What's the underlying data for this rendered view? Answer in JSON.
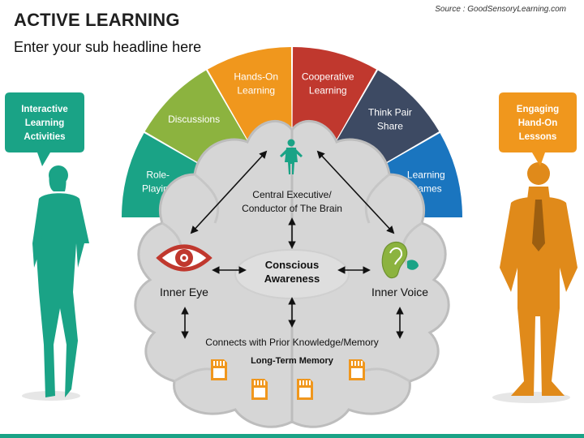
{
  "header": {
    "title": "ACTIVE LEARNING",
    "subheadline": "Enter your sub headline here",
    "source": "Source : GoodSensoryLearning.com"
  },
  "arc_segments": [
    {
      "label_lines": [
        "Role-",
        "Playing"
      ],
      "color": "#1aa386"
    },
    {
      "label_lines": [
        "Discussions"
      ],
      "color": "#8cb33f"
    },
    {
      "label_lines": [
        "Hands-On",
        "Learning"
      ],
      "color": "#f0971d"
    },
    {
      "label_lines": [
        "Cooperative",
        "Learning"
      ],
      "color": "#c0382e"
    },
    {
      "label_lines": [
        "Think Pair",
        "Share"
      ],
      "color": "#3d4a63"
    },
    {
      "label_lines": [
        "Learning",
        "Games"
      ],
      "color": "#1a75bf"
    }
  ],
  "left_callout": {
    "lines": [
      "Interactive",
      "Learning",
      "Activities"
    ],
    "color": "#1aa386"
  },
  "right_callout": {
    "lines": [
      "Engaging",
      "Hand-On",
      "Lessons"
    ],
    "color": "#f0971d"
  },
  "brain": {
    "central_executive_lines": [
      "Central Executive/",
      "Conductor of The Brain"
    ],
    "conscious_lines": [
      "Conscious",
      "Awareness"
    ],
    "inner_eye": "Inner Eye",
    "inner_voice": "Inner Voice",
    "prior_knowledge": "Connects with Prior Knowledge/Memory",
    "long_term_memory": "Long-Term Memory"
  },
  "colors": {
    "teal": "#1aa386",
    "orange": "#f0971d",
    "red": "#c0382e",
    "brain_fill": "#d9d9d9",
    "brain_stroke": "#bdbdbd"
  },
  "icons": [
    "person-icon",
    "eye-icon",
    "ear-icon",
    "sd-card-icon"
  ]
}
